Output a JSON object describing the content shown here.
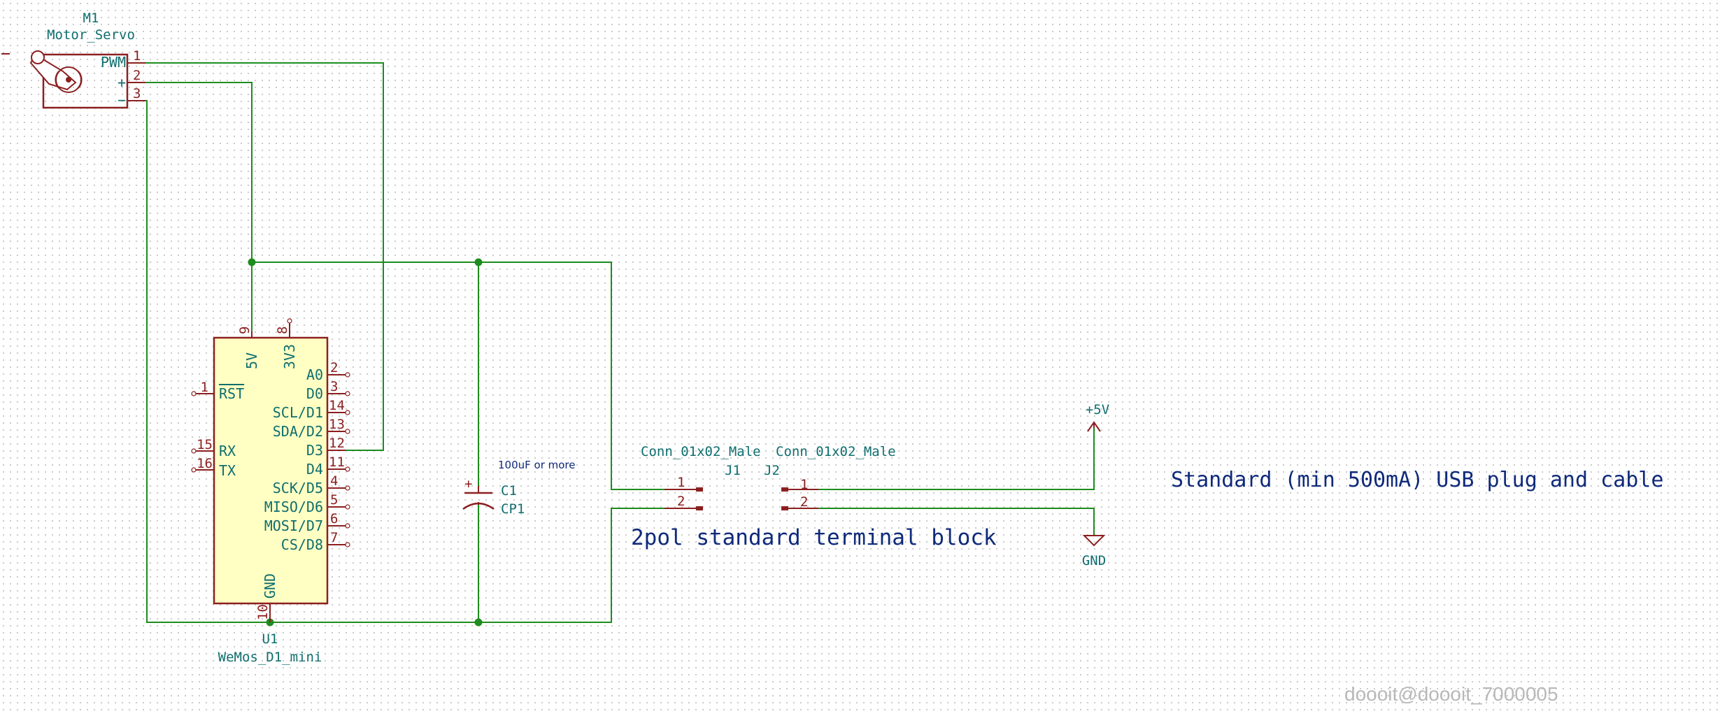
{
  "servo": {
    "reference": "M1",
    "value": "Motor_Servo",
    "pins": [
      {
        "name": "PWM",
        "number": "1"
      },
      {
        "name": "+",
        "number": "2"
      },
      {
        "name": "−",
        "number": "3"
      }
    ]
  },
  "mcu": {
    "reference": "U1",
    "value": "WeMos_D1_mini",
    "top_pins": [
      {
        "name": "5V",
        "number": "9"
      },
      {
        "name": "3V3",
        "number": "8"
      }
    ],
    "bottom_pin": {
      "name": "GND",
      "number": "10"
    },
    "left_pins": [
      {
        "name": "RST",
        "number": "1"
      },
      {
        "name": "RX",
        "number": "15"
      },
      {
        "name": "TX",
        "number": "16"
      }
    ],
    "right_pins": [
      {
        "name": "A0",
        "number": "2"
      },
      {
        "name": "D0",
        "number": "3"
      },
      {
        "name": "SCL/D1",
        "number": "14"
      },
      {
        "name": "SDA/D2",
        "number": "13"
      },
      {
        "name": "D3",
        "number": "12"
      },
      {
        "name": "D4",
        "number": "11"
      },
      {
        "name": "SCK/D5",
        "number": "4"
      },
      {
        "name": "MISO/D6",
        "number": "5"
      },
      {
        "name": "MOSI/D7",
        "number": "6"
      },
      {
        "name": "CS/D8",
        "number": "7"
      }
    ]
  },
  "capacitor": {
    "reference": "C1",
    "value": "CP1",
    "note": "100uF or more",
    "polarity": "+"
  },
  "connector_j1": {
    "value": "Conn_01x02_Male",
    "reference": "J1",
    "pins": [
      "1",
      "2"
    ]
  },
  "connector_j2": {
    "value": "Conn_01x02_Male",
    "reference": "J2",
    "pins": [
      "1",
      "2"
    ]
  },
  "power_5v": {
    "label": "+5V"
  },
  "power_gnd": {
    "label": "GND"
  },
  "notes": {
    "terminal_block": "2pol standard terminal block",
    "usb": "Standard (min 500mA) USB plug and cable"
  },
  "watermark": "doooit@doooit_7000005",
  "colors": {
    "wire": "#1e8c1e",
    "component_outline": "#8c2020",
    "component_fill": "#ffffc4",
    "label_text": "#0f6e6e",
    "note_text": "#0f2a7a"
  }
}
